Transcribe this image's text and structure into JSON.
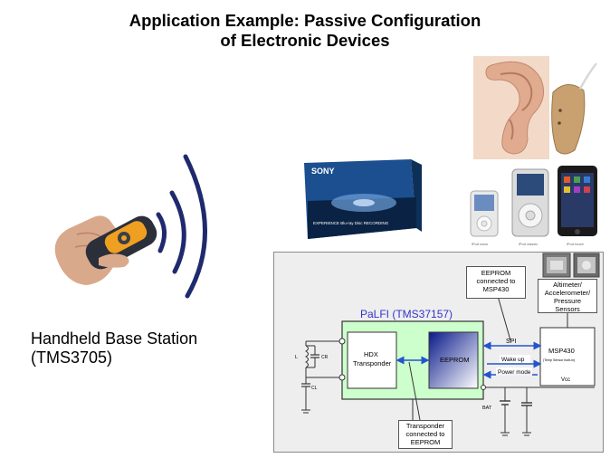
{
  "slide": {
    "title_line1": "Application Example: Passive Configuration",
    "title_line2": "of Electronic Devices",
    "handheld_label_line1": "Handheld Base Station",
    "handheld_label_line2": "(TMS3705)"
  },
  "products": {
    "bluray_brand": "SONY",
    "bluray_caption": "EXPERIENCE Blu-ray Disc RECORDING",
    "ipod_labels": [
      "iPod nano",
      "iPod classic",
      "iPod touch"
    ]
  },
  "diagram": {
    "palfi_label": "PaLFI (TMS37157)",
    "hdx_label_line1": "HDX",
    "hdx_label_line2": "Transponder",
    "eeprom_label": "EEPROM",
    "msp_label": "MSP430",
    "msp_sublabel": "(Temp Sensor built-in)",
    "vcc_label": "Vcc",
    "spi_label": "SPI",
    "wakeup_label": "Wake up",
    "powermode_label": "Power mode",
    "bat_label": "BAT",
    "l_label": "L",
    "cr_label": "CR",
    "cl_label": "CL",
    "callout_eeprom_line1": "EEPROM",
    "callout_eeprom_line2": "connected to",
    "callout_eeprom_line3": "MSP430",
    "callout_sensors_line1": "Altimeter/",
    "callout_sensors_line2": "Accelerometer/",
    "callout_sensors_line3": "Pressure",
    "callout_sensors_line4": "Sensors",
    "callout_transponder_line1": "Transponder",
    "callout_transponder_line2": "connected to",
    "callout_transponder_line3": "EEPROM"
  },
  "colors": {
    "palfi_fill": "#ccffcc",
    "palfi_text": "#3333cc",
    "signal_waves": "#1f2a6e",
    "arrow_blue": "#2255cc",
    "eeprom_gradient_start": "#0a1a8a",
    "eeprom_gradient_end": "#ffffff"
  }
}
